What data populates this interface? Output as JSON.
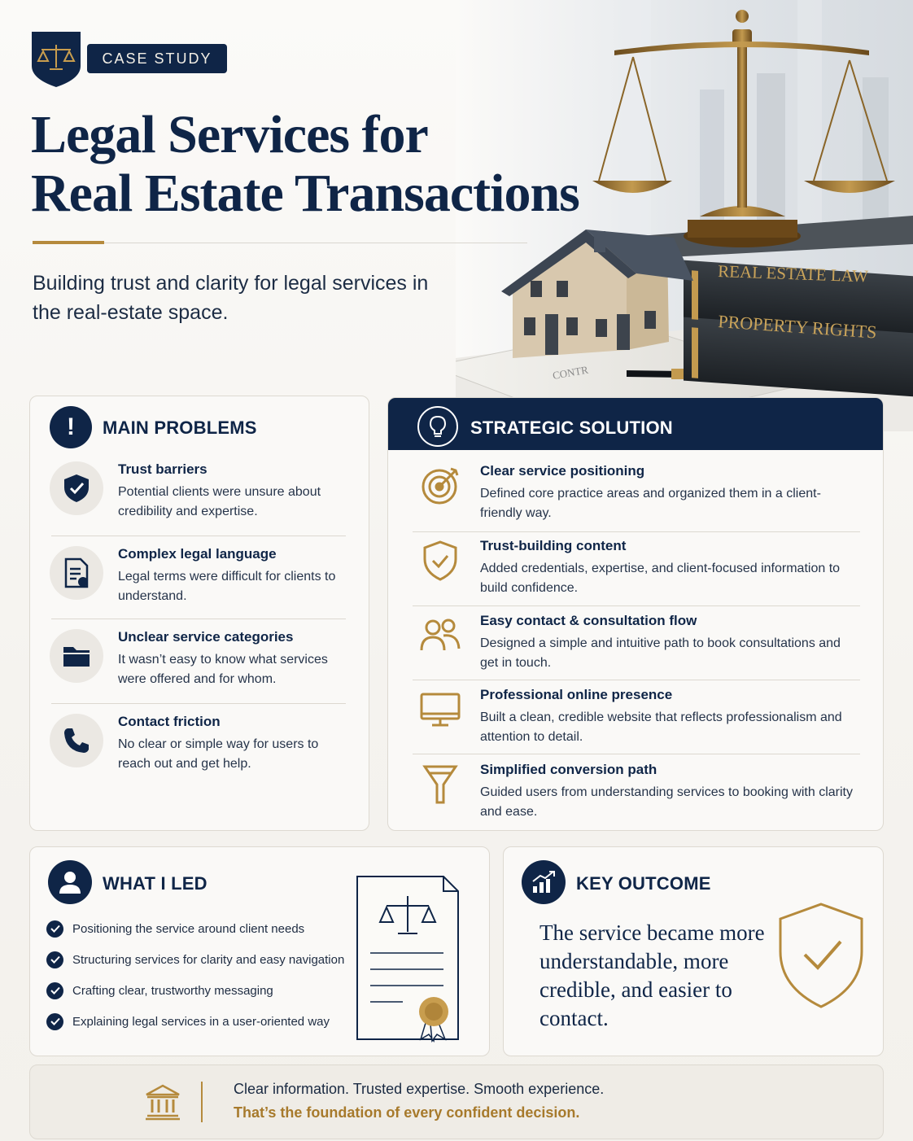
{
  "header": {
    "badge_label": "CASE STUDY",
    "title_line1": "Legal Services for",
    "title_line2": "Real Estate Transactions",
    "subtitle": "Building trust and clarity for legal services in the real-estate space."
  },
  "hero_image": {
    "book_top": "REAL ESTATE LAW",
    "book_bottom": "PROPERTY RIGHTS",
    "contract_text": "CONTR",
    "icons": [
      "scales-of-justice-icon",
      "house-model-icon",
      "law-books-icon",
      "fountain-pen-icon"
    ]
  },
  "problems": {
    "heading": "MAIN PROBLEMS",
    "header_icon": "exclamation-icon",
    "items": [
      {
        "icon": "shield-check-icon",
        "title": "Trust barriers",
        "desc": "Potential clients were unsure about credibility and expertise."
      },
      {
        "icon": "legal-document-icon",
        "title": "Complex legal language",
        "desc": "Legal terms were difficult for clients to understand."
      },
      {
        "icon": "folder-icon",
        "title": "Unclear service categories",
        "desc": "It wasn’t easy to know what services were offered and for whom."
      },
      {
        "icon": "phone-icon",
        "title": "Contact friction",
        "desc": "No clear or simple way for users to reach out and get help."
      }
    ]
  },
  "solution": {
    "heading": "STRATEGIC SOLUTION",
    "header_icon": "lightbulb-icon",
    "items": [
      {
        "icon": "target-icon",
        "title": "Clear service positioning",
        "desc": "Defined core practice areas and organized them in a client-friendly way."
      },
      {
        "icon": "shield-check-icon",
        "title": "Trust-building content",
        "desc": "Added credentials, expertise, and client-focused information to build confidence."
      },
      {
        "icon": "users-icon",
        "title": "Easy contact & consultation flow",
        "desc": "Designed a simple and intuitive path to book consultations and get in touch."
      },
      {
        "icon": "monitor-icon",
        "title": "Professional online presence",
        "desc": "Built a clean, credible website that reflects professionalism and attention to detail."
      },
      {
        "icon": "funnel-icon",
        "title": "Simplified conversion path",
        "desc": "Guided users from understanding services to booking with clarity and ease."
      }
    ]
  },
  "led": {
    "heading": "WHAT I LED",
    "header_icon": "user-icon",
    "items": [
      "Positioning the service around client needs",
      "Structuring services for clarity and easy navigation",
      "Crafting clear, trustworthy messaging",
      "Explaining legal services in a user-oriented way"
    ]
  },
  "outcome": {
    "heading": "KEY OUTCOME",
    "header_icon": "growth-chart-icon",
    "statement": "The service became more understandable, more credible, and easier to contact."
  },
  "footer": {
    "line1": "Clear information. Trusted expertise. Smooth experience.",
    "line2": "That’s the foundation of every confident decision."
  },
  "colors": {
    "navy": "#0f2547",
    "gold": "#b58a3c",
    "card_bg": "#faf9f7",
    "icon_circle": "#ebe8e3"
  }
}
